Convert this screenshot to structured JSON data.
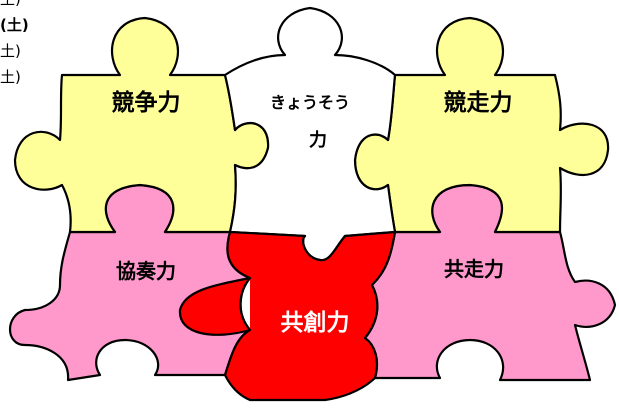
{
  "side_fragments": [
    "土)",
    "(土)",
    "土)",
    "土)"
  ],
  "pieces": [
    {
      "id": "kyousou-competition",
      "label": "競争力",
      "color": "#ffff99"
    },
    {
      "id": "kyousou-hiragana",
      "label_line1": "きょうそう",
      "label_line2": "力",
      "color": "#ffffff"
    },
    {
      "id": "kyousou-running",
      "label": "競走力",
      "color": "#ffff99"
    },
    {
      "id": "kyousou-ensemble",
      "label": "協奏力",
      "color": "#ff99cc"
    },
    {
      "id": "kyousou-cocreation",
      "label": "共創力",
      "color": "#ff0000"
    },
    {
      "id": "kyousou-corunning",
      "label": "共走力",
      "color": "#ff99cc"
    }
  ]
}
